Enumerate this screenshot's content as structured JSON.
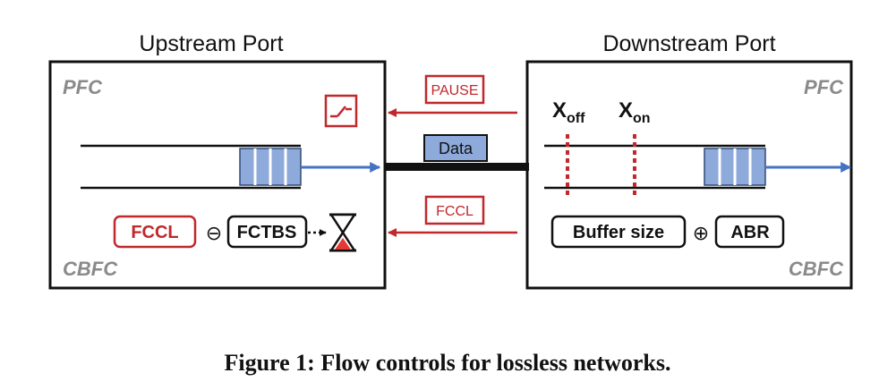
{
  "upstream": {
    "title": "Upstream Port",
    "pfc_tag": "PFC",
    "cbfc_tag": "CBFC",
    "fccl_box": "FCCL",
    "minus_symbol": "⊖",
    "fctbs_box": "FCTBS"
  },
  "downstream": {
    "title": "Downstream Port",
    "pfc_tag": "PFC",
    "cbfc_tag": "CBFC",
    "xoff_main": "X",
    "xoff_sub": "off",
    "xon_main": "X",
    "xon_sub": "on",
    "buffer_box": "Buffer size",
    "plus_symbol": "⊕",
    "abr_box": "ABR"
  },
  "link": {
    "pause_label": "PAUSE",
    "data_label": "Data",
    "fccl_label": "FCCL"
  },
  "caption": "Figure 1: Flow controls for lossless networks.",
  "colors": {
    "red": "#c0282d",
    "blue": "#4472c4",
    "queue_fill": "#8eaadb"
  }
}
